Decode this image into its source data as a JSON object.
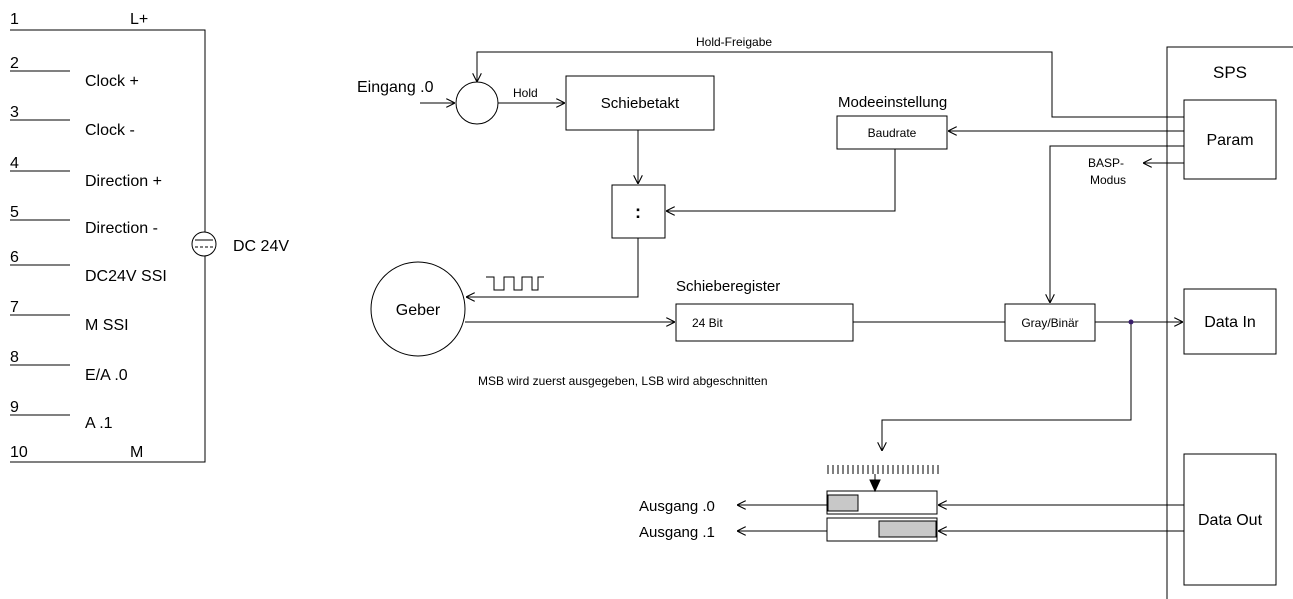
{
  "terminal_block": {
    "pins": [
      {
        "num": "1",
        "label": "L+"
      },
      {
        "num": "2",
        "label": "Clock +"
      },
      {
        "num": "3",
        "label": "Clock -"
      },
      {
        "num": "4",
        "label": "Direction +"
      },
      {
        "num": "5",
        "label": "Direction -"
      },
      {
        "num": "6",
        "label": "DC24V SSI"
      },
      {
        "num": "7",
        "label": "M SSI"
      },
      {
        "num": "8",
        "label": "E/A .0"
      },
      {
        "num": "9",
        "label": "A .1"
      },
      {
        "num": "10",
        "label": "M"
      }
    ],
    "supply_label": "DC 24V"
  },
  "diagram": {
    "hold_freigabe": "Hold-Freigabe",
    "eingang": "Eingang .0",
    "hold": "Hold",
    "schiebetakt": "Schiebetakt",
    "modeeinstellung": "Modeeinstellung",
    "baudrate": "Baudrate",
    "divider": ":",
    "basp": "BASP-",
    "basp_modus": "Modus",
    "geber": "Geber",
    "schieberegister": "Schieberegister",
    "bit_width": "24 Bit",
    "gray_binaer": "Gray/Binär",
    "msb_note": "MSB wird zuerst ausgegeben, LSB wird abgeschnitten",
    "ausgang_0": "Ausgang .0",
    "ausgang_1": "Ausgang .1",
    "sps": "SPS",
    "param": "Param",
    "data_in": "Data In",
    "data_out": "Data Out"
  }
}
